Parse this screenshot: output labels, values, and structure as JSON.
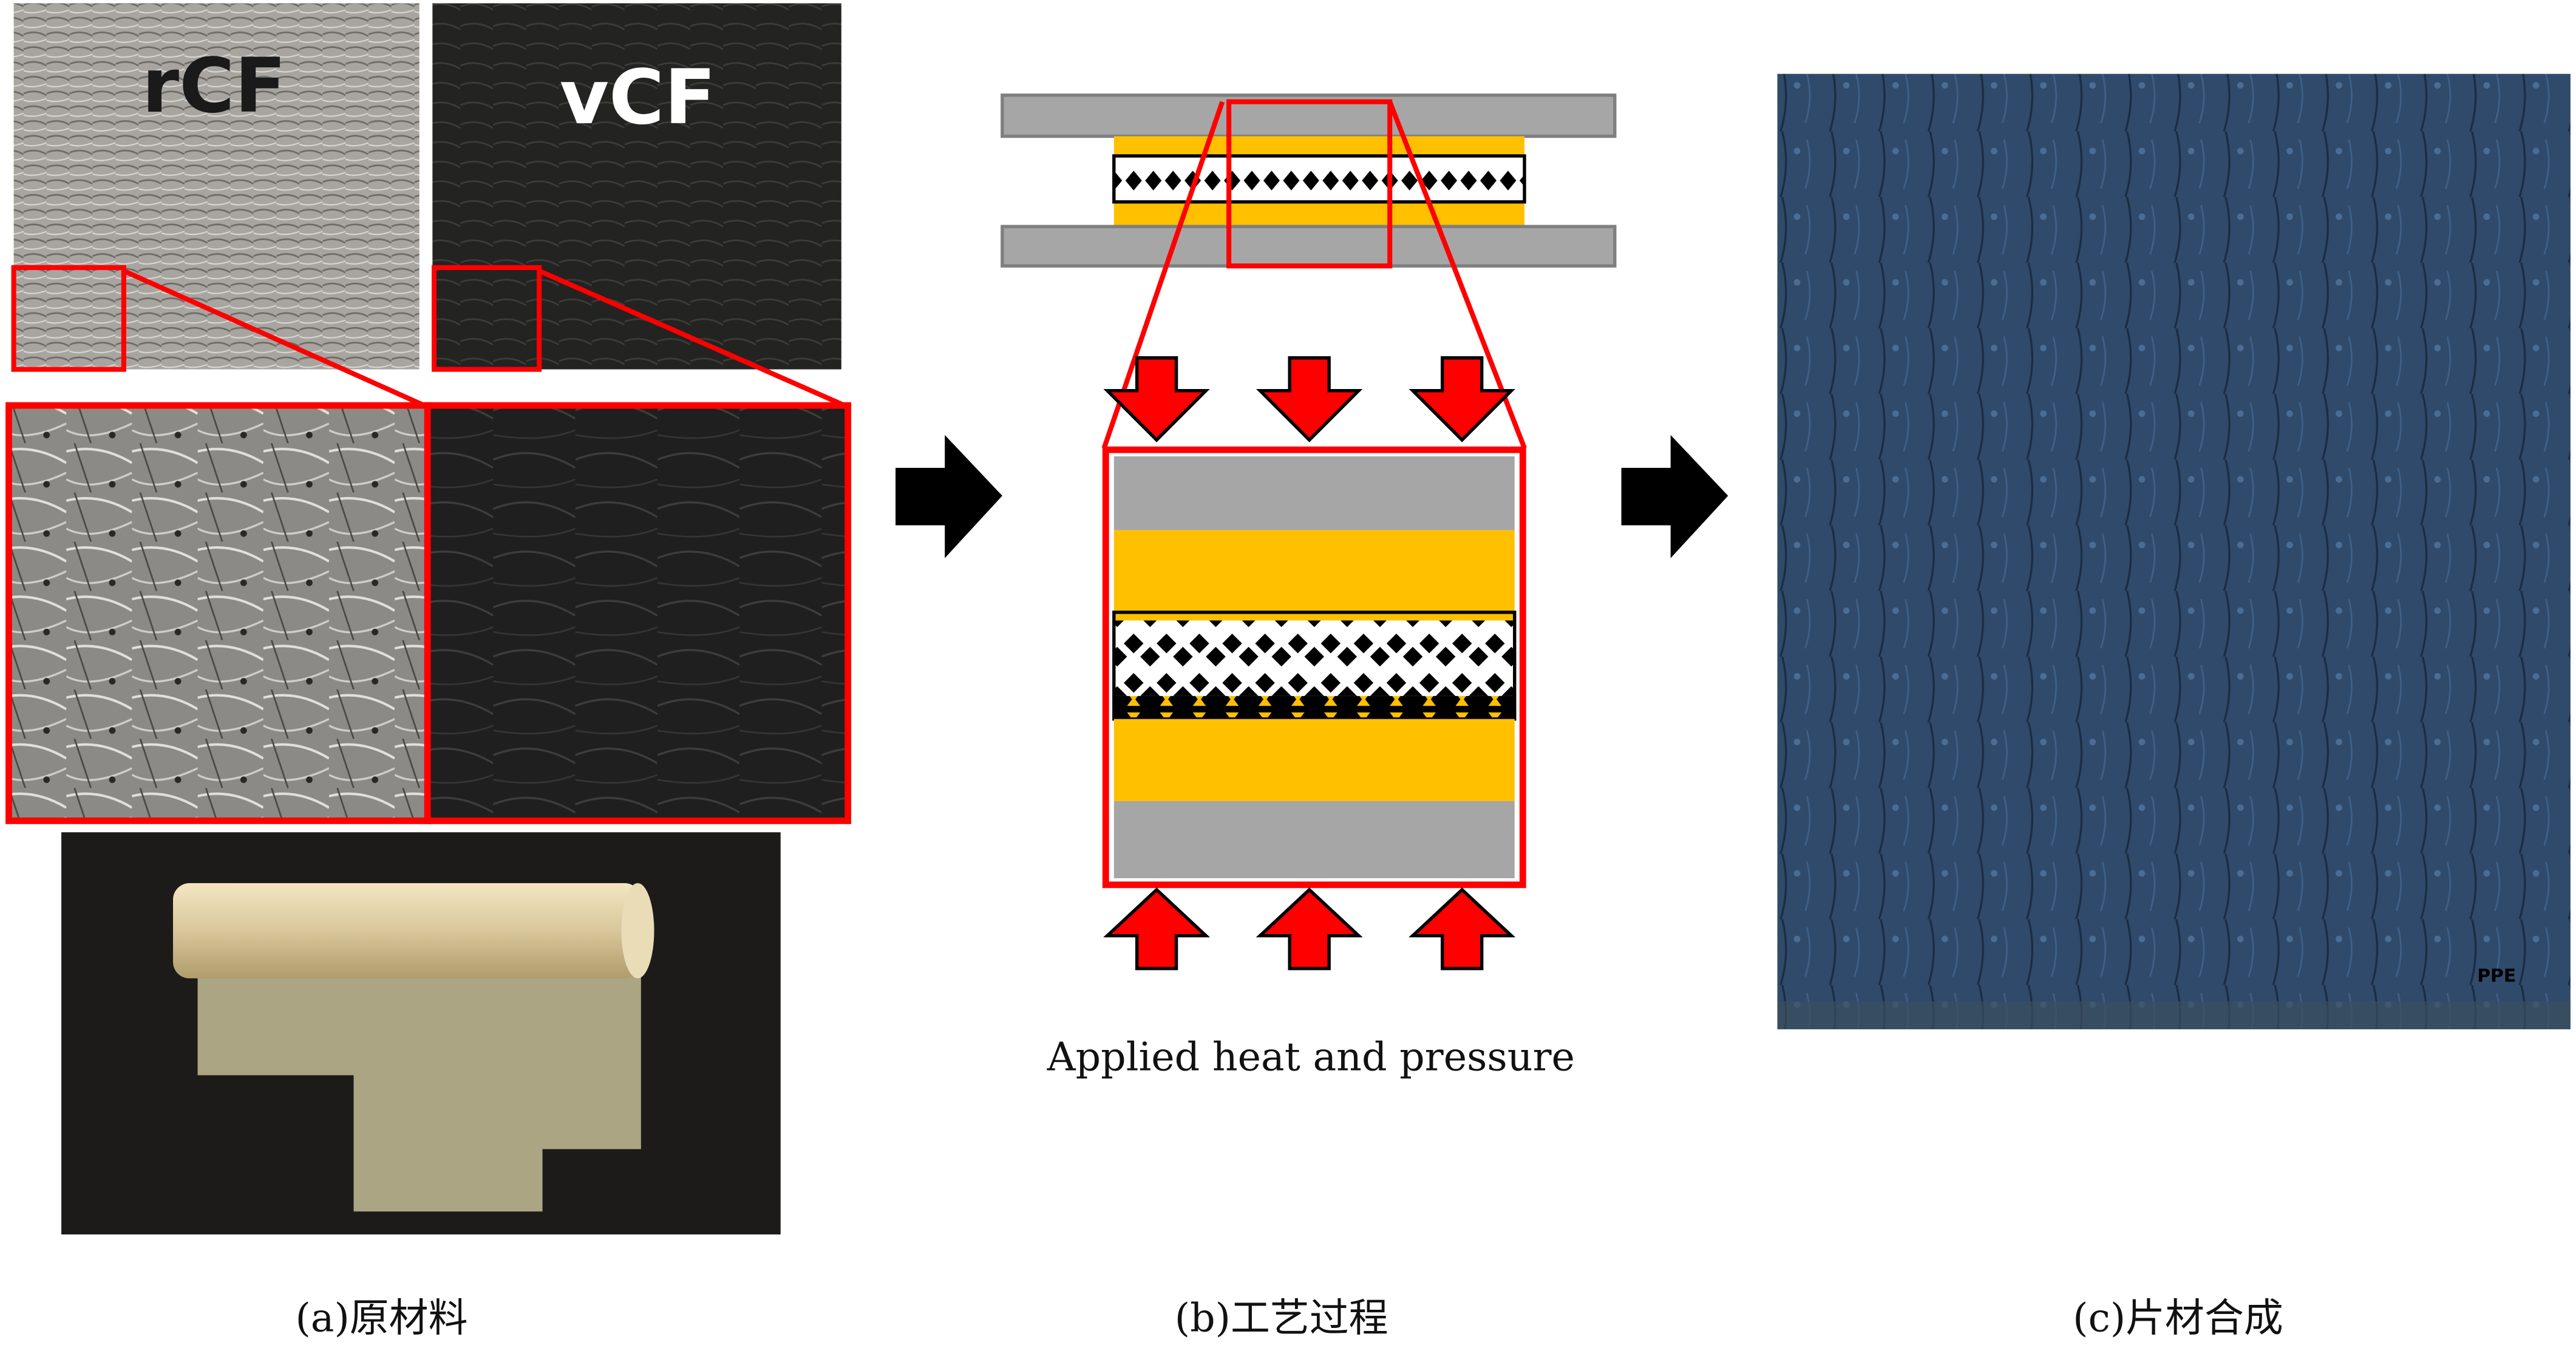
{
  "panel_a": {
    "caption": "(a)原材料",
    "rcf_label": "rCF",
    "vcf_label": "vCF"
  },
  "panel_b": {
    "caption": "(b)工艺过程",
    "process_text": "Applied heat and pressure"
  },
  "panel_c": {
    "caption": "(c)片材合成",
    "sheet_mark": "PPE"
  },
  "colors": {
    "highlight": "#ff0000",
    "plate": "#a6a6a6",
    "resin": "#ffc000",
    "sheet": "#2f4a6a"
  }
}
